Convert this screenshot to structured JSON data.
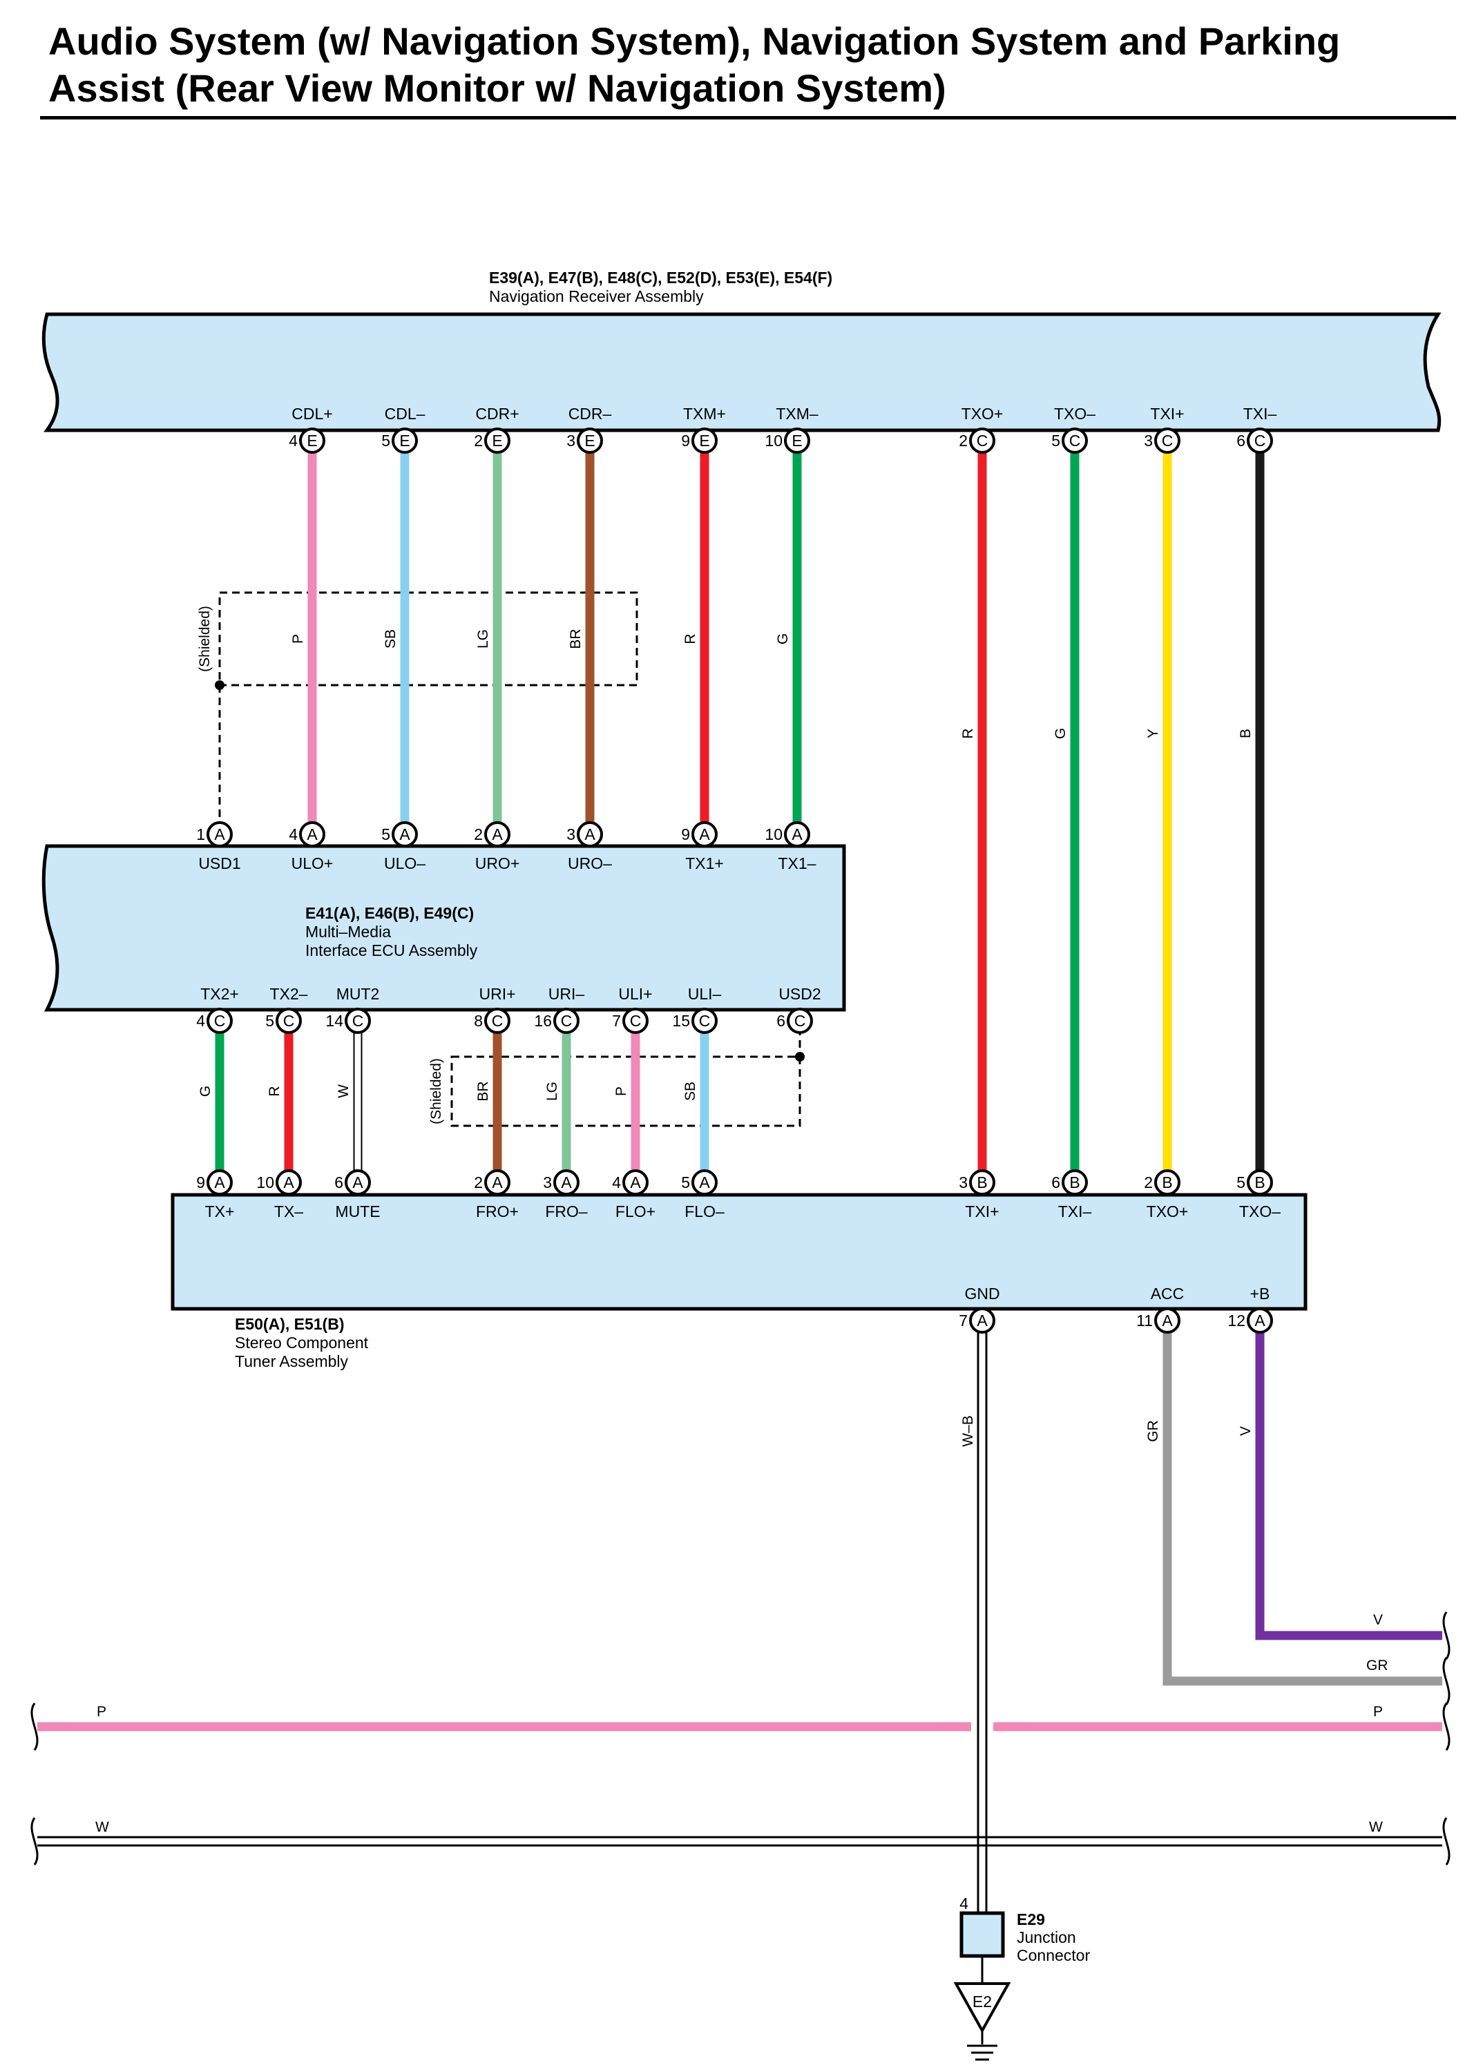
{
  "title": {
    "line1": "Audio System (w/ Navigation System), Navigation System and Parking",
    "line2": "Assist (Rear View Monitor w/ Navigation System)"
  },
  "components": {
    "nav": {
      "id": "E39(A), E47(B), E48(C), E52(D), E53(E), E54(F)",
      "name": "Navigation Receiver Assembly"
    },
    "mm": {
      "id": "E41(A), E46(B), E49(C)",
      "name1": "Multi–Media",
      "name2": "Interface ECU Assembly"
    },
    "stereo": {
      "id": "E50(A), E51(B)",
      "name1": "Stereo Component",
      "name2": "Tuner Assembly"
    },
    "jc": {
      "id": "E29",
      "name1": "Junction",
      "name2": "Connector",
      "pin": "4"
    },
    "ground": {
      "id": "E2"
    }
  },
  "shield_label": "(Shielded)",
  "nav_pins": [
    {
      "signal": "CDL+",
      "pin": "4",
      "conn": "E"
    },
    {
      "signal": "CDL–",
      "pin": "5",
      "conn": "E"
    },
    {
      "signal": "CDR+",
      "pin": "2",
      "conn": "E"
    },
    {
      "signal": "CDR–",
      "pin": "3",
      "conn": "E"
    },
    {
      "signal": "TXM+",
      "pin": "9",
      "conn": "E"
    },
    {
      "signal": "TXM–",
      "pin": "10",
      "conn": "E"
    },
    {
      "signal": "TXO+",
      "pin": "2",
      "conn": "C"
    },
    {
      "signal": "TXO–",
      "pin": "5",
      "conn": "C"
    },
    {
      "signal": "TXI+",
      "pin": "3",
      "conn": "C"
    },
    {
      "signal": "TXI–",
      "pin": "6",
      "conn": "C"
    }
  ],
  "mm_top_pins": [
    {
      "signal": "USD1",
      "pin": "1",
      "conn": "A"
    },
    {
      "signal": "ULO+",
      "pin": "4",
      "conn": "A"
    },
    {
      "signal": "ULO–",
      "pin": "5",
      "conn": "A"
    },
    {
      "signal": "URO+",
      "pin": "2",
      "conn": "A"
    },
    {
      "signal": "URO–",
      "pin": "3",
      "conn": "A"
    },
    {
      "signal": "TX1+",
      "pin": "9",
      "conn": "A"
    },
    {
      "signal": "TX1–",
      "pin": "10",
      "conn": "A"
    }
  ],
  "mm_bottom_pins": [
    {
      "signal": "TX2+",
      "pin": "4",
      "conn": "C"
    },
    {
      "signal": "TX2–",
      "pin": "5",
      "conn": "C"
    },
    {
      "signal": "MUT2",
      "pin": "14",
      "conn": "C"
    },
    {
      "signal": "URI+",
      "pin": "8",
      "conn": "C"
    },
    {
      "signal": "URI–",
      "pin": "16",
      "conn": "C"
    },
    {
      "signal": "ULI+",
      "pin": "7",
      "conn": "C"
    },
    {
      "signal": "ULI–",
      "pin": "15",
      "conn": "C"
    },
    {
      "signal": "USD2",
      "pin": "6",
      "conn": "C"
    }
  ],
  "stereo_top_pins": [
    {
      "signal": "TX+",
      "pin": "9",
      "conn": "A"
    },
    {
      "signal": "TX–",
      "pin": "10",
      "conn": "A"
    },
    {
      "signal": "MUTE",
      "pin": "6",
      "conn": "A"
    },
    {
      "signal": "FRO+",
      "pin": "2",
      "conn": "A"
    },
    {
      "signal": "FRO–",
      "pin": "3",
      "conn": "A"
    },
    {
      "signal": "FLO+",
      "pin": "4",
      "conn": "A"
    },
    {
      "signal": "FLO–",
      "pin": "5",
      "conn": "A"
    },
    {
      "signal": "TXI+",
      "pin": "3",
      "conn": "B"
    },
    {
      "signal": "TXI–",
      "pin": "6",
      "conn": "B"
    },
    {
      "signal": "TXO+",
      "pin": "2",
      "conn": "B"
    },
    {
      "signal": "TXO–",
      "pin": "5",
      "conn": "B"
    }
  ],
  "stereo_bottom_pins": [
    {
      "signal": "GND",
      "pin": "7",
      "conn": "A"
    },
    {
      "signal": "ACC",
      "pin": "11",
      "conn": "A"
    },
    {
      "signal": "+B",
      "pin": "12",
      "conn": "A"
    }
  ],
  "wire_colors_upper": [
    "P",
    "SB",
    "LG",
    "BR",
    "R",
    "G"
  ],
  "wire_colors_long": [
    "R",
    "G",
    "Y",
    "B"
  ],
  "wire_colors_lower": [
    "G",
    "R",
    "W",
    "BR",
    "LG",
    "P",
    "SB"
  ],
  "wire_colors_power": [
    "W–B",
    "GR",
    "V"
  ],
  "bus_labels": {
    "v": "V",
    "gr": "GR",
    "p": "P",
    "w": "W"
  },
  "color_map": {
    "P": "#f088b8",
    "SB": "#88d0f0",
    "LG": "#80c498",
    "BR": "#a0522d",
    "R": "#ee1c25",
    "G": "#00a651",
    "Y": "#ffe000",
    "B": "#1a1a1a",
    "W": "#ffffff",
    "GR": "#9a9a9a",
    "V": "#7030a0"
  },
  "box_fill": "#cce8f8"
}
